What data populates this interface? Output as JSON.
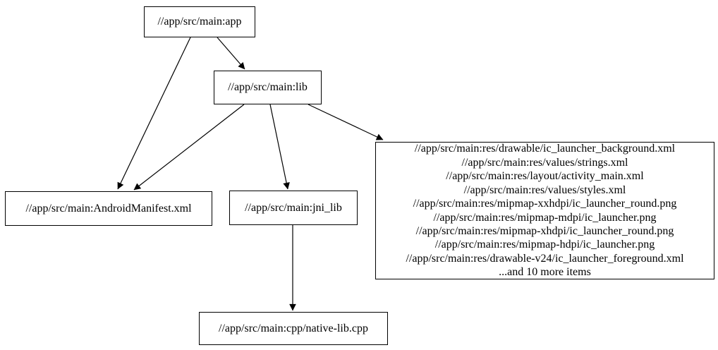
{
  "diagram": {
    "type": "dependency-graph",
    "background_color": "#ffffff",
    "stroke_color": "#000000",
    "nodes": {
      "app": {
        "label": "//app/src/main:app"
      },
      "lib": {
        "label": "//app/src/main:lib"
      },
      "manifest": {
        "label": "//app/src/main:AndroidManifest.xml"
      },
      "jni_lib": {
        "label": "//app/src/main:jni_lib"
      },
      "native_lib": {
        "label": "//app/src/main:cpp/native-lib.cpp"
      },
      "resources": {
        "lines": [
          "//app/src/main:res/drawable/ic_launcher_background.xml",
          "//app/src/main:res/values/strings.xml",
          "//app/src/main:res/layout/activity_main.xml",
          "//app/src/main:res/values/styles.xml",
          "//app/src/main:res/mipmap-xxhdpi/ic_launcher_round.png",
          "//app/src/main:res/mipmap-mdpi/ic_launcher.png",
          "//app/src/main:res/mipmap-xhdpi/ic_launcher_round.png",
          "//app/src/main:res/mipmap-hdpi/ic_launcher.png",
          "//app/src/main:res/drawable-v24/ic_launcher_foreground.xml",
          "...and 10 more items"
        ]
      }
    },
    "edges": [
      {
        "from": "app",
        "to": "manifest"
      },
      {
        "from": "app",
        "to": "lib"
      },
      {
        "from": "lib",
        "to": "manifest"
      },
      {
        "from": "lib",
        "to": "jni_lib"
      },
      {
        "from": "lib",
        "to": "resources"
      },
      {
        "from": "jni_lib",
        "to": "native_lib"
      }
    ]
  }
}
